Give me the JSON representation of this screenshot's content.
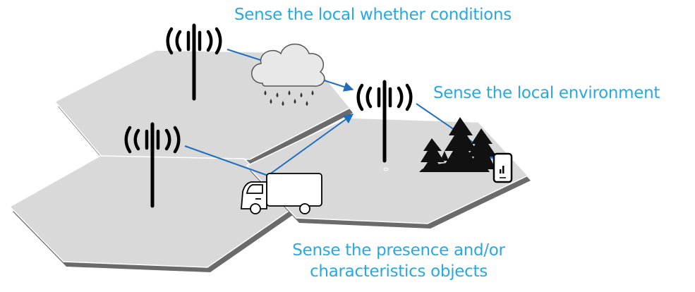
{
  "captions": {
    "weather": "Sense the local whether conditions",
    "environment": "Sense the local environment",
    "objects_line1": "Sense the presence and/or",
    "objects_line2": "characteristics objects"
  },
  "colors": {
    "caption": "#29a8e0",
    "arrow": "#1f6fbf",
    "hex_fill": "#d9d9d9",
    "hex_shadow": "#6b6b6b",
    "ink": "#000000"
  },
  "icons": {
    "towers": [
      "cell-tower-icon",
      "cell-tower-icon",
      "cell-tower-icon"
    ],
    "weather": "rain-cloud-icon",
    "environment": "forest-icon",
    "vehicle": "truck-icon",
    "device": "smartphone-icon"
  }
}
